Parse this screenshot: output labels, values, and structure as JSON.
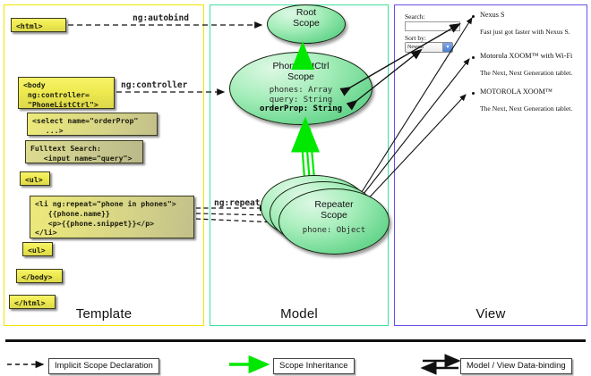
{
  "columns": [
    {
      "key": "template",
      "label": "Template",
      "border_color": "#f2e600"
    },
    {
      "key": "model",
      "label": "Model",
      "border_color": "#3fe0a0"
    },
    {
      "key": "view",
      "label": "View",
      "border_color": "#6a4fe8"
    }
  ],
  "template": {
    "boxes": [
      {
        "name": "html-open-tag",
        "text": "<html>"
      },
      {
        "name": "body-open-tag",
        "text": "<body\n ng:controller=\n \"PhoneListCtrl\">"
      },
      {
        "name": "select-tag",
        "text": "<select name=\"orderProp\"\n   ...>"
      },
      {
        "name": "fulltext-search",
        "text": "Fulltext Search:\n   <input name=\"query\">"
      },
      {
        "name": "ul-open-tag",
        "text": "<ul>"
      },
      {
        "name": "li-ngrepeat-tag",
        "text": "<li ng:repeat=\"phone in phones\">\n   {{phone.name}}\n   <p>{{phone.snippet}}</p>\n</li>"
      },
      {
        "name": "ul-close-tag",
        "text": "<ul>"
      },
      {
        "name": "body-close-tag",
        "text": "</body>"
      },
      {
        "name": "html-close-tag",
        "text": "</html>"
      }
    ]
  },
  "model": {
    "scopes": [
      {
        "name": "root-scope",
        "title_lines": [
          "Root",
          "Scope"
        ],
        "props": []
      },
      {
        "name": "phonelistctrl-scope",
        "title_lines": [
          "PhoneListCtrl",
          "Scope"
        ],
        "props": [
          {
            "text": "phones: Array",
            "bold": false
          },
          {
            "text": "query: String",
            "bold": false
          },
          {
            "text": "orderProp: String",
            "bold": true
          }
        ]
      },
      {
        "name": "repeater-scope",
        "title_lines": [
          "Repeater",
          "Scope"
        ],
        "props": [
          {
            "text": "phone: Object",
            "bold": false
          }
        ]
      }
    ]
  },
  "connectors": {
    "ng_autobind": "ng:autobind",
    "ng_controller": "ng:controller",
    "ng_repeat": "ng:repeat"
  },
  "view": {
    "search_label": "Search:",
    "search_value": "",
    "sort_label": "Sort by:",
    "sort_selected": "Newest",
    "sort_options": [
      "Newest"
    ],
    "phones": [
      {
        "name": "Nexus S",
        "snippet": "Fast just got faster with Nexus S."
      },
      {
        "name": "Motorola XOOM™  with Wi-Fi",
        "snippet": "The Next, Next Generation tablet."
      },
      {
        "name": "MOTOROLA XOOM™",
        "snippet": "The Next, Next Generation tablet."
      }
    ]
  },
  "legend": [
    {
      "name": "implicit-scope-declaration",
      "label": "Implicit Scope Declaration",
      "style": "dashed-arrow",
      "color": "#111111"
    },
    {
      "name": "scope-inheritance",
      "label": "Scope Inheritance",
      "style": "solid-arrow",
      "color": "#00e000"
    },
    {
      "name": "model-view-data-binding",
      "label": "Model / View Data-binding",
      "style": "double-arrow",
      "color": "#111111"
    }
  ]
}
